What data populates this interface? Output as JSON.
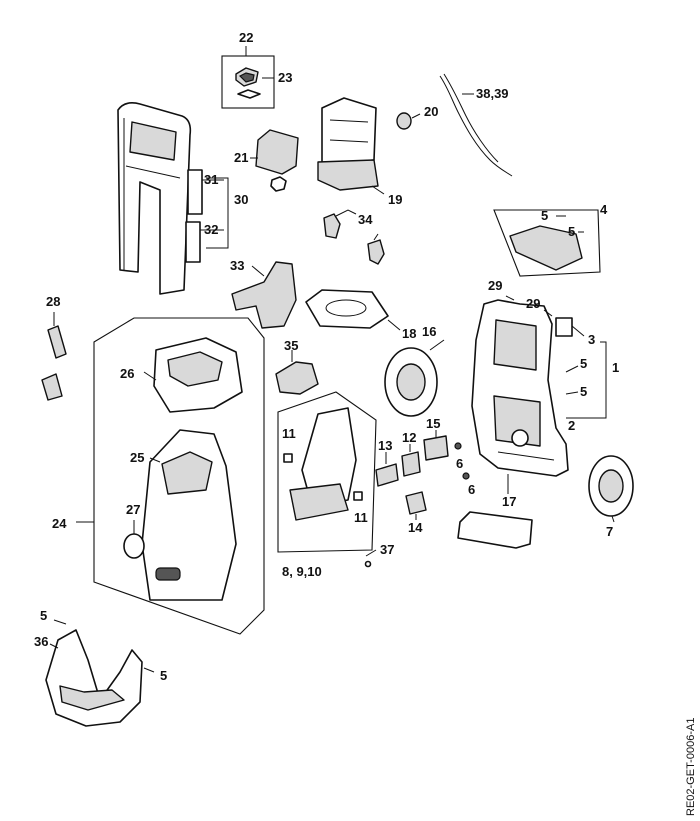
{
  "diagram": {
    "reference_code": "RE02-GET-0006-A1",
    "part_labels": {
      "p1": "1",
      "p2": "2",
      "p3": "3",
      "p4": "4",
      "p5a": "5",
      "p5b": "5",
      "p5c": "5",
      "p5d": "5",
      "p5e": "5",
      "p5f": "5",
      "p6a": "6",
      "p6b": "6",
      "p7": "7",
      "p8_9_10": "8, 9,10",
      "p11a": "11",
      "p11b": "11",
      "p12": "12",
      "p13": "13",
      "p14": "14",
      "p15": "15",
      "p16": "16",
      "p17": "17",
      "p18": "18",
      "p19": "19",
      "p20": "20",
      "p21": "21",
      "p22": "22",
      "p23": "23",
      "p24": "24",
      "p25": "25",
      "p26": "26",
      "p27": "27",
      "p28": "28",
      "p29a": "29",
      "p29b": "29",
      "p30": "30",
      "p31": "31",
      "p32": "32",
      "p33": "33",
      "p34": "34",
      "p36": "36",
      "p37": "37",
      "p38_39": "38,39",
      "p35": "35"
    }
  }
}
